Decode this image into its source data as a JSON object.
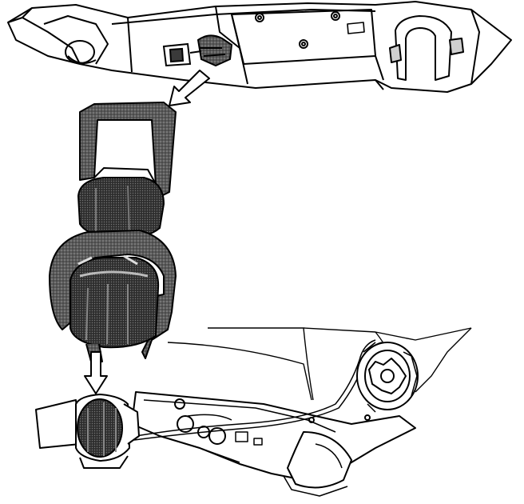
{
  "figure": {
    "kind": "exploded-view technical line drawing",
    "colors": {
      "ink": "#000000",
      "paper": "#ffffff",
      "shade_dark": "#3a3a3a",
      "shade_mid": "#6e6e6e",
      "shade_light": "#a8a8a8"
    },
    "parts": [
      {
        "name": "upper-housing-panel",
        "icon": "housing-panel-drawing"
      },
      {
        "name": "latch-clip",
        "icon": "clip-drawing"
      },
      {
        "name": "rotary-bracket-assembly",
        "icon": "bracket-drawing"
      },
      {
        "name": "lower-frame-assembly",
        "icon": "frame-drawing"
      },
      {
        "name": "cylinder-socket",
        "icon": "socket-drawing"
      },
      {
        "name": "gear-connector",
        "icon": "gear-drawing"
      }
    ],
    "arrows": [
      {
        "name": "assembly-arrow-upper",
        "direction": "down-left"
      },
      {
        "name": "assembly-arrow-lower",
        "direction": "down"
      }
    ]
  }
}
